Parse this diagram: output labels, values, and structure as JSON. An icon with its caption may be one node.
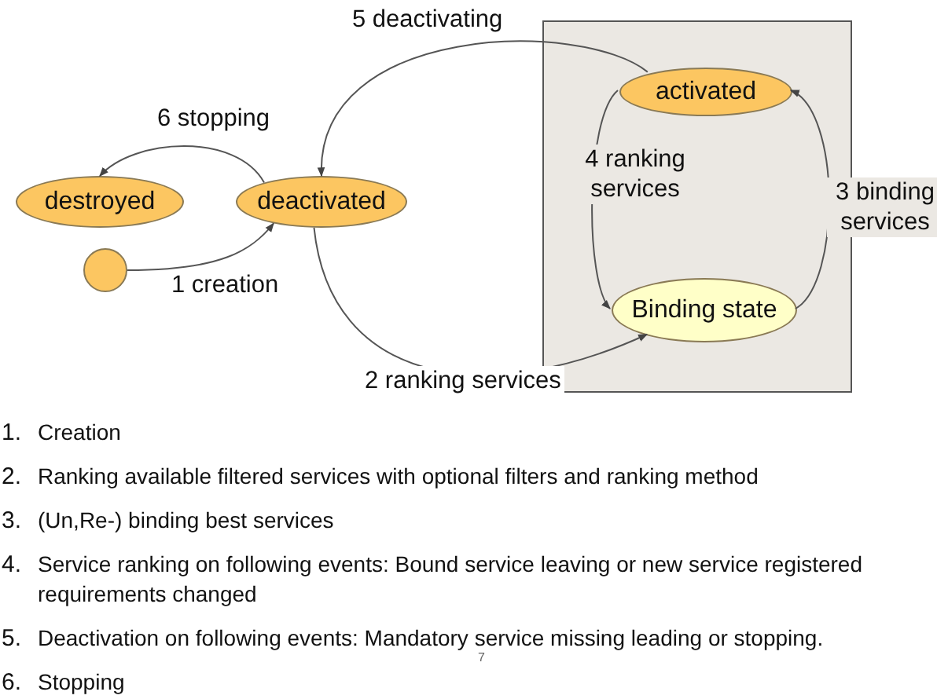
{
  "diagram": {
    "nodes": [
      {
        "text": [],
        "shape": "box"
      },
      {
        "text": [
          "activated"
        ],
        "in": 0
      },
      {
        "text": [
          "Binding state"
        ],
        "in": 0
      },
      {
        "text": [
          "destroyed"
        ]
      },
      {
        "text": [
          "deactivated"
        ]
      },
      {
        "text": [],
        "shape": "circle"
      }
    ],
    "edges": [
      {
        "from": 5,
        "to": 4,
        "arrow": "to",
        "label": "1 creation"
      },
      {
        "from": 4,
        "to": 2,
        "arrow": "to",
        "label": "2 ranking services"
      },
      {
        "from": 2,
        "to": 1,
        "arrow": "to",
        "label": "3 binding services"
      },
      {
        "from": 1,
        "to": 2,
        "arrow": "to",
        "label": "4 ranking services"
      },
      {
        "from": 1,
        "to": 4,
        "arrow": "to",
        "label": "5 deactivating"
      },
      {
        "from": 4,
        "to": 3,
        "arrow": "to",
        "label": "6 stopping"
      }
    ],
    "labels": [
      "1.",
      "Creation",
      "2.",
      "Ranking available filtered services with optional filters and ranking method",
      "3.",
      "(Un,Re-) binding best services",
      "4.",
      "Service ranking on following events: Bound service leaving or new service registered requirements changed",
      "5.",
      "Deactivation on following events: Mandatory service missing leading or stopping.",
      "6.",
      "Stopping",
      "7"
    ]
  }
}
